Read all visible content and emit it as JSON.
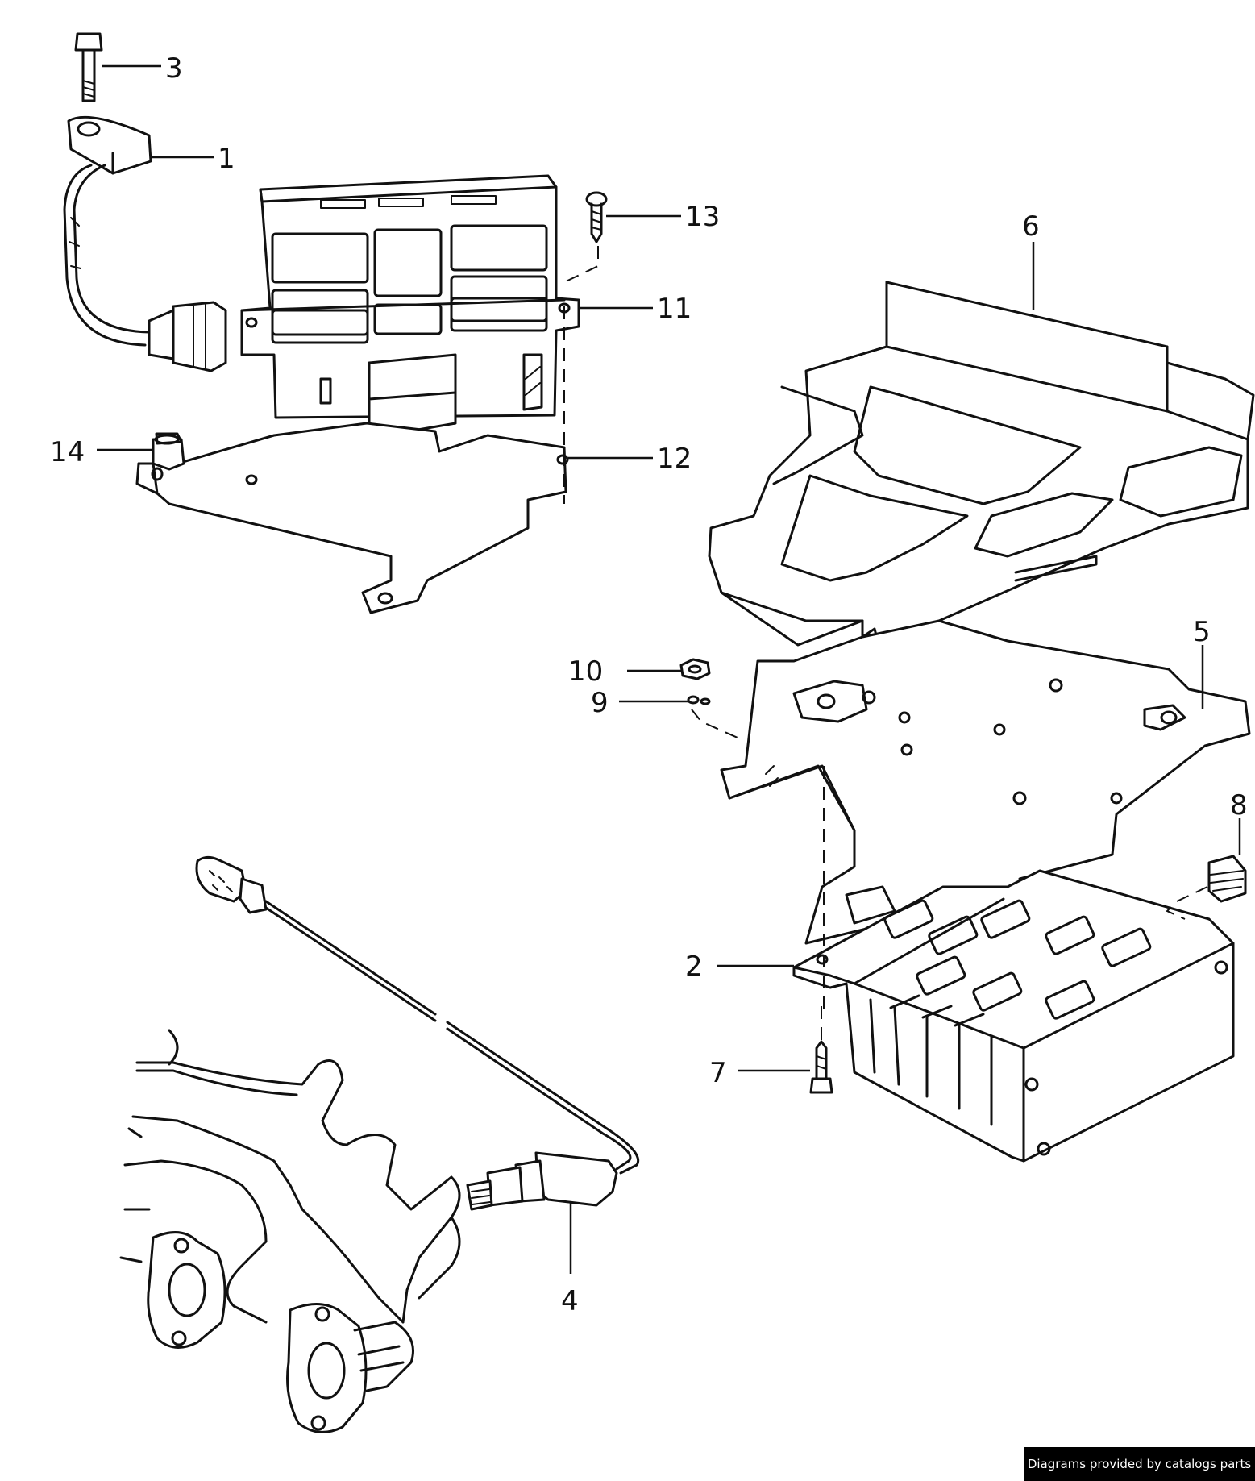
{
  "diagram": {
    "callouts": [
      "1",
      "2",
      "3",
      "4",
      "5",
      "6",
      "7",
      "8",
      "9",
      "10",
      "11",
      "12",
      "13",
      "14"
    ]
  },
  "credit": {
    "text": "Diagrams provided by catalogs parts"
  }
}
